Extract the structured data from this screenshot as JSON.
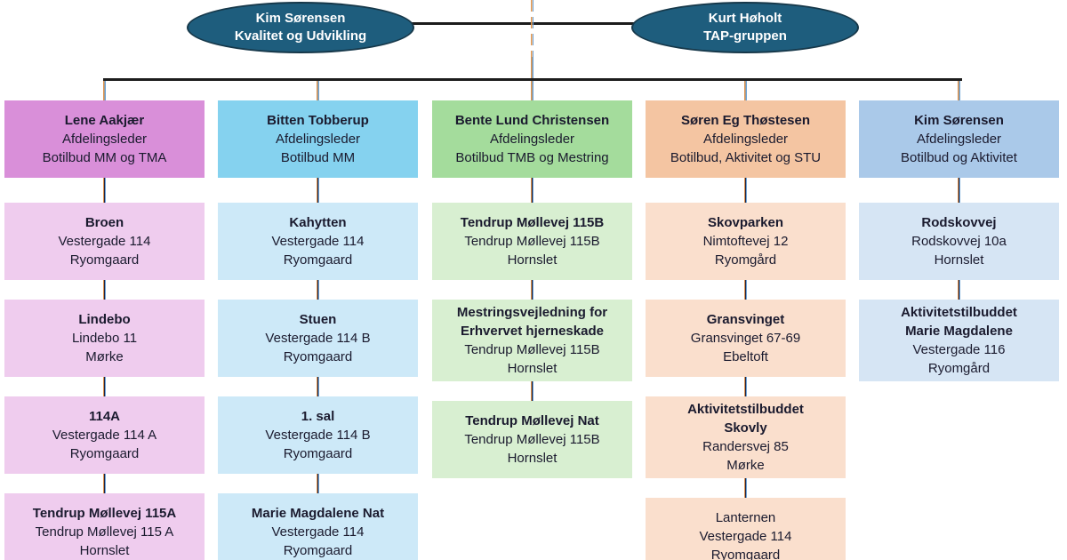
{
  "diagram": {
    "type": "org-chart",
    "background": "#ffffff",
    "line_colors": {
      "horizontal": "#1c1c1c",
      "connector_orange": "#e0944d",
      "connector_blue": "#6aa3d8",
      "connector_dark": "#23233f"
    },
    "top_nodes": [
      {
        "name": "Kim Sørensen",
        "unit": "Kvalitet og Udvikling",
        "fill": "#1e5d7d",
        "border": "#16384a",
        "text_color": "#ffffff"
      },
      {
        "name": "Kurt Høholt",
        "unit": "TAP-gruppen",
        "fill": "#1e5d7d",
        "border": "#16384a",
        "text_color": "#ffffff"
      }
    ],
    "columns": [
      {
        "id": "botilbud-mm-og-tma",
        "header": {
          "name": "Lene Aakjær",
          "role": "Afdelingsleder",
          "unit": "Botilbud MM og TMA"
        },
        "header_color": "#d98fd9",
        "body_color": "#efccee",
        "boxes": [
          {
            "title_lines": [
              "Broen"
            ],
            "title_bold": true,
            "lines": [
              "Vestergade 114",
              "Ryomgaard"
            ]
          },
          {
            "title_lines": [
              "Lindebo"
            ],
            "title_bold": true,
            "lines": [
              "Lindebo 11",
              "Mørke"
            ]
          },
          {
            "title_lines": [
              "114A"
            ],
            "title_bold": true,
            "lines": [
              "Vestergade 114 A",
              "Ryomgaard"
            ]
          },
          {
            "title_lines": [
              "Tendrup Møllevej 115A"
            ],
            "title_bold": true,
            "lines": [
              "Tendrup Møllevej 115 A",
              "Hornslet"
            ]
          }
        ]
      },
      {
        "id": "botilbud-mm",
        "header": {
          "name": "Bitten Tobberup",
          "role": "Afdelingsleder",
          "unit": "Botilbud MM"
        },
        "header_color": "#85d2ef",
        "body_color": "#cde9f8",
        "boxes": [
          {
            "title_lines": [
              "Kahytten"
            ],
            "title_bold": true,
            "lines": [
              "Vestergade 114",
              "Ryomgaard"
            ]
          },
          {
            "title_lines": [
              "Stuen"
            ],
            "title_bold": true,
            "lines": [
              "Vestergade 114 B",
              "Ryomgaard"
            ]
          },
          {
            "title_lines": [
              "1. sal"
            ],
            "title_bold": true,
            "lines": [
              "Vestergade 114 B",
              "Ryomgaard"
            ]
          },
          {
            "title_lines": [
              "Marie Magdalene Nat"
            ],
            "title_bold": true,
            "lines": [
              "Vestergade 114",
              "Ryomgaard"
            ]
          }
        ]
      },
      {
        "id": "botilbud-tmb-og-mestring",
        "header": {
          "name": "Bente Lund Christensen",
          "role": "Afdelingsleder",
          "unit": "Botilbud TMB og Mestring"
        },
        "header_color": "#a4dc9c",
        "body_color": "#d8efd1",
        "boxes": [
          {
            "title_lines": [
              "Tendrup Møllevej 115B"
            ],
            "title_bold": true,
            "lines": [
              "Tendrup Møllevej 115B",
              "Hornslet"
            ]
          },
          {
            "title_lines": [
              "Mestringsvejledning for",
              "Erhvervet hjerneskade"
            ],
            "title_bold": true,
            "lines": [
              "Tendrup Møllevej 115B",
              "Hornslet"
            ]
          },
          {
            "title_lines": [
              "Tendrup Møllevej Nat"
            ],
            "title_bold": true,
            "lines": [
              "Tendrup Møllevej 115B",
              "Hornslet"
            ]
          }
        ]
      },
      {
        "id": "botilbud-aktivitet-og-stu",
        "header": {
          "name": "Søren Eg Thøstesen",
          "role": "Afdelingsleder",
          "unit": "Botilbud, Aktivitet og STU"
        },
        "header_color": "#f4c5a2",
        "body_color": "#fadfcd",
        "boxes": [
          {
            "title_lines": [
              "Skovparken"
            ],
            "title_bold": true,
            "lines": [
              "Nimtoftevej 12",
              "Ryomgård"
            ]
          },
          {
            "title_lines": [
              "Gransvinget"
            ],
            "title_bold": true,
            "lines": [
              "Gransvinget 67-69",
              "Ebeltoft"
            ]
          },
          {
            "title_lines": [
              "Aktivitetstilbuddet",
              "Skovly"
            ],
            "title_bold": true,
            "lines": [
              "Randersvej 85",
              "Mørke"
            ]
          },
          {
            "title_lines": [
              "Lanternen"
            ],
            "title_bold": false,
            "lines": [
              "Vestergade 114",
              "Ryomgaard"
            ]
          }
        ]
      },
      {
        "id": "botilbud-og-aktivitet",
        "header": {
          "name": "Kim Sørensen",
          "role": "Afdelingsleder",
          "unit": "Botilbud og Aktivitet"
        },
        "header_color": "#aac9e9",
        "body_color": "#d6e5f4",
        "boxes": [
          {
            "title_lines": [
              "Rodskovvej"
            ],
            "title_bold": true,
            "lines": [
              "Rodskovvej 10a",
              "Hornslet"
            ]
          },
          {
            "title_lines": [
              "Aktivitetstilbuddet",
              "Marie Magdalene"
            ],
            "title_bold": true,
            "lines": [
              "Vestergade 116",
              "Ryomgård"
            ]
          }
        ]
      }
    ]
  }
}
